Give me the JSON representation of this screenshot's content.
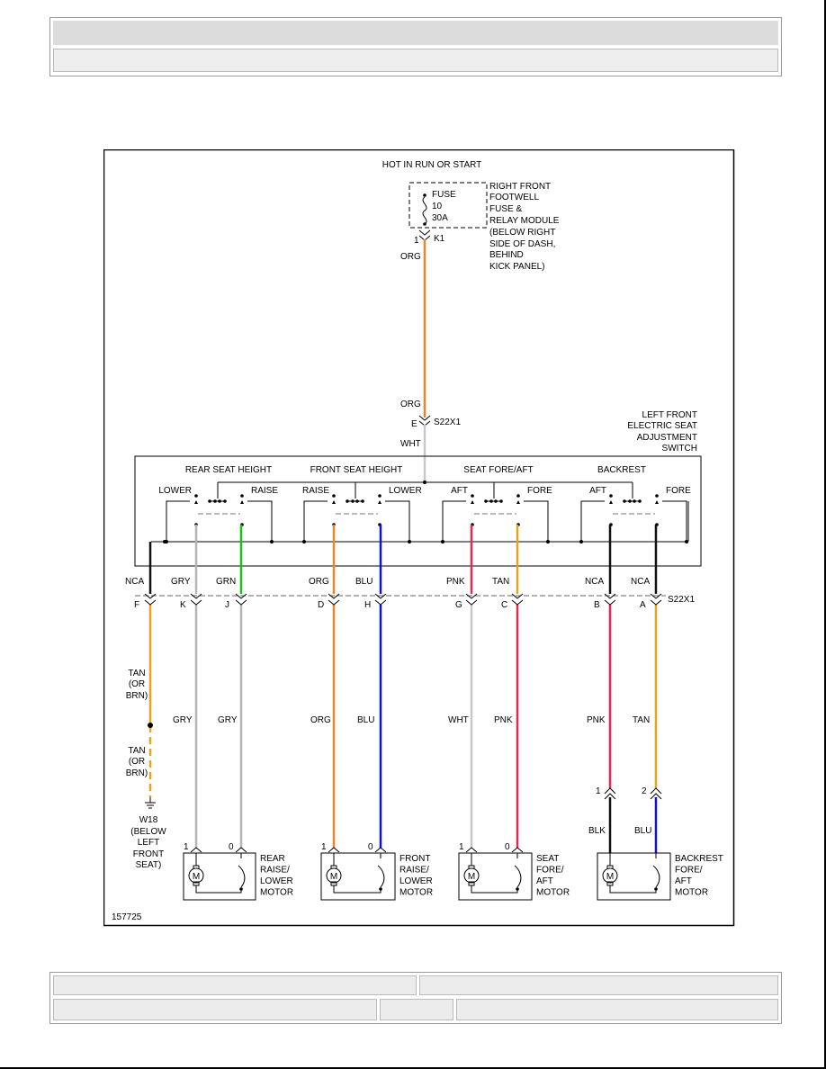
{
  "source": {
    "title": "HOT IN RUN OR START",
    "fuse_label": "FUSE",
    "fuse_number": "10",
    "fuse_rating": "30A",
    "pin": "1",
    "connector": "K1",
    "location": [
      "RIGHT FRONT",
      "FOOTWELL",
      "FUSE &",
      "RELAY MODULE",
      "(BELOW RIGHT",
      "SIDE OF DASH,",
      "BEHIND",
      "KICK PANEL)"
    ]
  },
  "feed": {
    "upper_wire": "ORG",
    "lower_wire_top": "ORG",
    "connector_pin": "E",
    "connector": "S22X1",
    "switch_side_wire": "WHT"
  },
  "switch": {
    "name_lines": [
      "LEFT FRONT",
      "ELECTRIC SEAT",
      "ADJUSTMENT",
      "SWITCH"
    ],
    "sections": [
      {
        "title": "REAR SEAT HEIGHT",
        "left": "LOWER",
        "right": "RAISE"
      },
      {
        "title": "FRONT SEAT HEIGHT",
        "left": "RAISE",
        "right": "LOWER"
      },
      {
        "title": "SEAT FORE/AFT",
        "left": "AFT",
        "right": "FORE"
      },
      {
        "title": "BACKREST",
        "left": "AFT",
        "right": "FORE"
      }
    ]
  },
  "connector_row": {
    "name": "S22X1",
    "pins": [
      {
        "switch_wire": "NCA",
        "pin": "F",
        "harness_wire": "TAN"
      },
      {
        "switch_wire": "GRY",
        "pin": "K",
        "harness_wire": "GRY"
      },
      {
        "switch_wire": "GRN",
        "pin": "J",
        "harness_wire": "GRY"
      },
      {
        "switch_wire": "ORG",
        "pin": "D",
        "harness_wire": "ORG"
      },
      {
        "switch_wire": "BLU",
        "pin": "H",
        "harness_wire": "BLU"
      },
      {
        "switch_wire": "PNK",
        "pin": "G",
        "harness_wire": "WHT"
      },
      {
        "switch_wire": "TAN",
        "pin": "C",
        "harness_wire": "PNK"
      },
      {
        "switch_wire": "NCA",
        "pin": "B",
        "harness_wire": "PNK"
      },
      {
        "switch_wire": "NCA",
        "pin": "A",
        "harness_wire": "TAN"
      }
    ]
  },
  "ground": {
    "wire_upper": [
      "TAN",
      "(OR",
      "BRN)"
    ],
    "wire_lower": [
      "TAN",
      "(OR",
      "BRN)"
    ],
    "location": [
      "W18",
      "(BELOW",
      "LEFT",
      "FRONT",
      "SEAT)"
    ]
  },
  "backrest_connector": {
    "pin_left": "1",
    "pin_right": "2",
    "wire_left": "BLK",
    "wire_right": "BLU"
  },
  "motors": [
    {
      "name": [
        "REAR",
        "RAISE/",
        "LOWER",
        "MOTOR"
      ],
      "pin_left": "1",
      "pin_right": "0"
    },
    {
      "name": [
        "FRONT",
        "RAISE/",
        "LOWER",
        "MOTOR"
      ],
      "pin_left": "1",
      "pin_right": "0"
    },
    {
      "name": [
        "SEAT",
        "FORE/",
        "AFT",
        "MOTOR"
      ],
      "pin_left": "1",
      "pin_right": "0"
    },
    {
      "name": [
        "BACKREST",
        "FORE/",
        "AFT",
        "MOTOR"
      ],
      "pin_left": "",
      "pin_right": ""
    }
  ],
  "motor_symbol": "M",
  "figure_number": "157725",
  "wire_colors": {
    "ORG": "#e8862a",
    "WHT": "#c8c8c8",
    "GRY": "#b4b4b4",
    "GRN": "#19c019",
    "BLU": "#1010dd",
    "PNK": "#e8284e",
    "TAN": "#e6a422",
    "NCA": "#111111",
    "BLK": "#111111"
  }
}
